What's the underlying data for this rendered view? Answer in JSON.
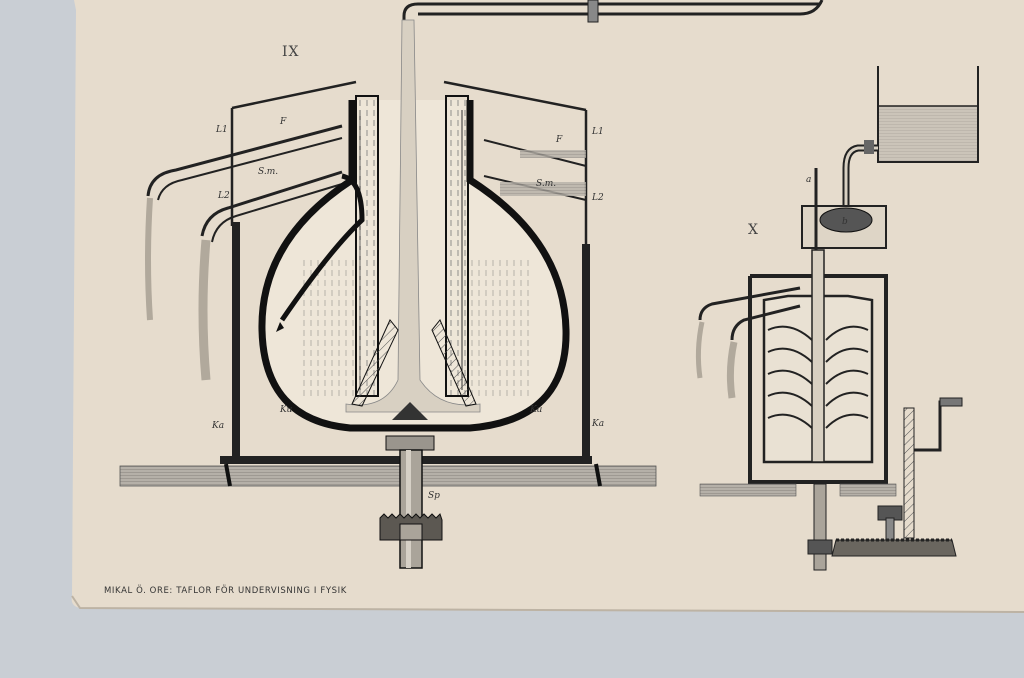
{
  "figures": {
    "fig9": {
      "number": "IX",
      "labels": {
        "L1_left": "L1",
        "F_left": "F",
        "Sm_left": "S.m.",
        "L2_left": "L2",
        "Ku_left": "Ku",
        "Ka_left": "Ka",
        "F_right": "F",
        "L1_right": "L1",
        "Sm_right": "S.m.",
        "L2_right": "L2",
        "Ku_right": "Ku",
        "Ka_right": "Ka",
        "Sp": "Sp"
      }
    },
    "fig10": {
      "number": "X",
      "labels": {
        "a": "a",
        "b": "b"
      }
    }
  },
  "footer": "MIKAL Ö. ORE: TAFLOR FÖR UNDERVISNING I FYSIK",
  "colors": {
    "paper": "#e6dccd",
    "background": "#c9ced4",
    "ink": "#1e1e1e"
  }
}
